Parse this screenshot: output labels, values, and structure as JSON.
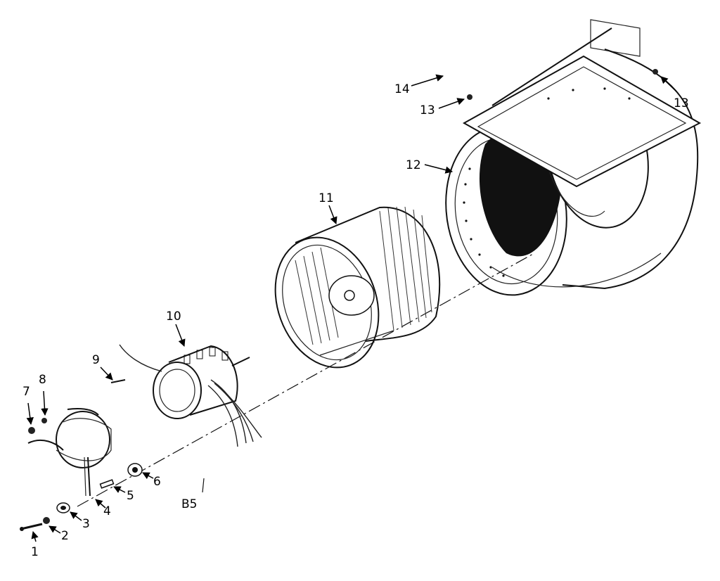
{
  "diagram": {
    "section_code": "B5",
    "callouts": [
      {
        "id": "callout-1",
        "text": "1"
      },
      {
        "id": "callout-2",
        "text": "2"
      },
      {
        "id": "callout-3",
        "text": "3"
      },
      {
        "id": "callout-4",
        "text": "4"
      },
      {
        "id": "callout-5",
        "text": "5"
      },
      {
        "id": "callout-6",
        "text": "6"
      },
      {
        "id": "callout-7",
        "text": "7"
      },
      {
        "id": "callout-8",
        "text": "8"
      },
      {
        "id": "callout-9",
        "text": "9"
      },
      {
        "id": "callout-10",
        "text": "10"
      },
      {
        "id": "callout-11",
        "text": "11"
      },
      {
        "id": "callout-12",
        "text": "12"
      },
      {
        "id": "callout-13a",
        "text": "13"
      },
      {
        "id": "callout-13b",
        "text": "13"
      },
      {
        "id": "callout-14",
        "text": "14"
      }
    ]
  }
}
